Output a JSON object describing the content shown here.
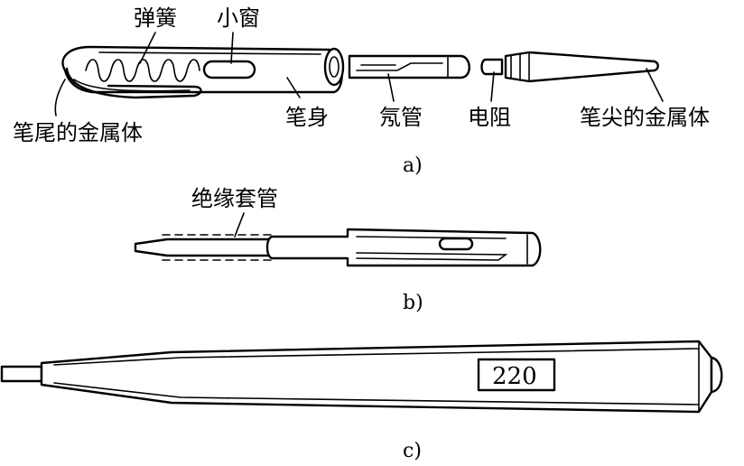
{
  "labels": {
    "spring": "弹簧",
    "window": "小窗",
    "tail_metal": "笔尾的金属体",
    "body": "笔身",
    "neon_tube": "氖管",
    "resistor": "电阻",
    "tip_metal": "笔尖的金属体",
    "insulating_sleeve": "绝缘套管",
    "display_value": "220"
  },
  "captions": {
    "a": "a)",
    "b": "b)",
    "c": "c)"
  }
}
